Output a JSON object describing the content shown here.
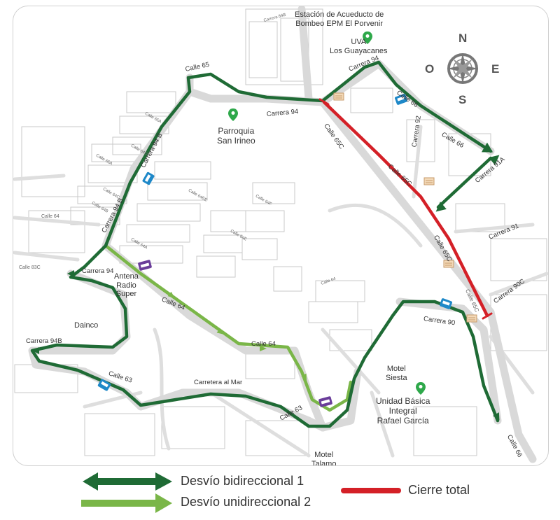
{
  "places": {
    "estacion_line1": "Estación de Acueducto de",
    "estacion_line2": "Bombeo EPM El Porvenir",
    "uva_line1": "UVA",
    "uva_line2": "Los Guayacanes",
    "parroquia_line1": "Parroquia",
    "parroquia_line2": "San Irineo",
    "antena_line1": "Antena",
    "antena_line2": "Radio",
    "antena_line3": "Super",
    "dainco": "Dainco",
    "motel_siesta_line1": "Motel",
    "motel_siesta_line2": "Siesta",
    "unidad_line1": "Unidad Básica",
    "unidad_line2": "Integral",
    "unidad_line3": "Rafael García",
    "motel_talamo_line1": "Motel",
    "motel_talamo_line2": "Talamo"
  },
  "streets": {
    "calle65": "Calle 65",
    "carrera94_top": "Carrera 94",
    "carrera94_mid": "Carrera 94",
    "carrera94_left": "Carrera 94",
    "calle66_a": "Calle 66",
    "calle66_b": "Calle 66",
    "calle65c_top": "Calle 65C",
    "calle65c_mid": "Calle 65C",
    "calle65c_low": "Calle 65C",
    "calle65c_r": "Calle 65C",
    "carrera92": "Carrera 92",
    "carrera91a": "Carrera 91A",
    "carrera91": "Carrera 91",
    "carrera90c": "Carrera 90C",
    "carrera90": "Carrera 90",
    "carrera94b_top": "Carrera 94 B",
    "carrera94b_mid": "Carrera 94 B",
    "carrera94b_left": "Carrera 94B",
    "calle64_a": "Calle 64",
    "calle64_b": "Calle 64",
    "calle63_a": "Calle 63",
    "calle63_b": "Calle 63",
    "carretera_al_mar": "Carretera al Mar",
    "calle66_bottom": "Calle 66",
    "calle64_left": "Calle 64",
    "calle83c": "Calle 83C"
  },
  "minor_streets": {
    "carrera84b": "Carrera 84B",
    "calle65a_a": "Calle 65A",
    "calle65a_b": "Calle 65A",
    "calle64d": "Calle 64D",
    "calle64c": "Calle 64C",
    "calle64b": "Calle 64B",
    "calle64ee": "Calle 64EE",
    "calle64f": "Calle 64F",
    "calle64e": "Calle 64E",
    "calle64a": "Calle 64A",
    "calle64": "Calle 64"
  },
  "compass": {
    "north": "N",
    "south": "S",
    "east": "E",
    "west": "O"
  },
  "legend": {
    "bidirectional": "Desvío bidireccional 1",
    "unidirectional": "Desvío unidireccional 2",
    "closure": "Cierre total"
  },
  "colors": {
    "bidirectional_route": "#1f6b35",
    "unidirectional_route": "#7ab648",
    "closure_route": "#d42027",
    "place_pin": "#2ea84a",
    "bus_stop": "#1e88c8",
    "parking": "#6a3d9a",
    "road": "#dcdcdc",
    "block_outline": "#c7c7c7"
  },
  "icons": [
    "compass-icon",
    "location-pin-icon",
    "bus-stop-icon",
    "parking-icon",
    "building-icon",
    "direction-arrow-icon"
  ]
}
